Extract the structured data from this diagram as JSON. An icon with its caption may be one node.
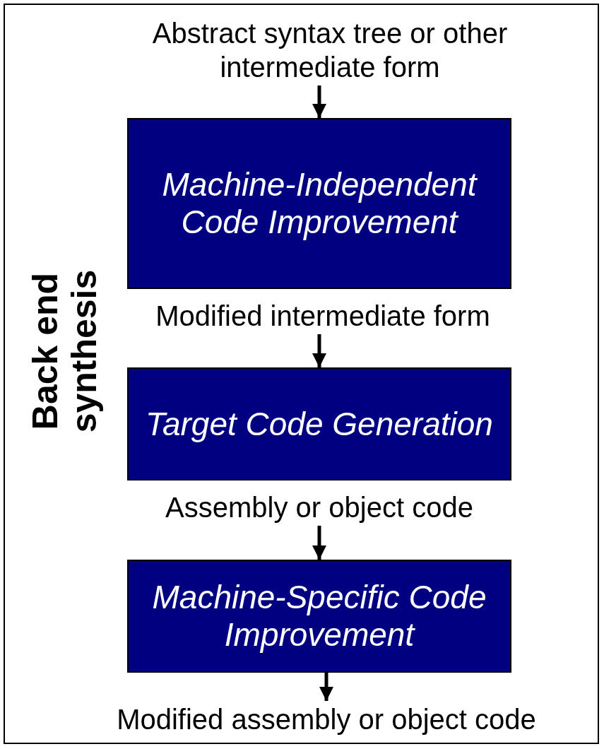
{
  "diagram": {
    "nodes": [
      {
        "text": [
          "Back end synthesis"
        ]
      },
      {
        "text": [
          "Abstract syntax tree or other intermediate form"
        ],
        "in": 0
      },
      {
        "text": [
          "Machine-Independent Code Improvement"
        ],
        "in": 0
      },
      {
        "text": [
          "Modified intermediate form"
        ],
        "in": 0
      },
      {
        "text": [
          "Target Code Generation"
        ],
        "in": 0
      },
      {
        "text": [
          "Assembly or object code"
        ],
        "in": 0
      },
      {
        "text": [
          "Machine-Specific Code Improvement"
        ],
        "in": 0
      },
      {
        "text": [
          "Modified assembly or object code"
        ],
        "in": 0
      }
    ],
    "edges": [
      {
        "from": 1,
        "to": 2,
        "arrow": "to"
      },
      {
        "from": 3,
        "to": 4,
        "arrow": "to"
      },
      {
        "from": 5,
        "to": 6,
        "arrow": "to"
      },
      {
        "from": 6,
        "to": 7,
        "arrow": "to"
      }
    ]
  }
}
